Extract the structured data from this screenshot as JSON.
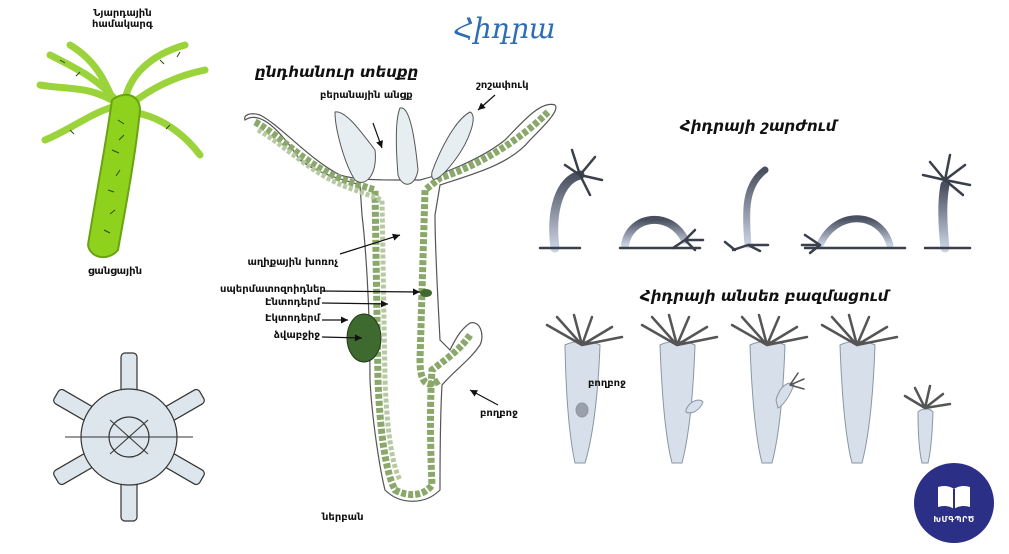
{
  "title": "Հիդրա",
  "sections": {
    "general_view": "ընդհանուր տեսքը",
    "movement": "Հիդրայի շարժում",
    "asexual": "Հիդրայի անսեռ բազմացում"
  },
  "labels": {
    "nerve_system": "Նյարդային\nհամակարգ",
    "sole": "ցանցային",
    "mouth": "բերանային անցք",
    "tentacle": "շոշափուկ",
    "gut_cavity": "աղիքային խոռոչ",
    "spermatozoa": "սպերմատոզոիդներ",
    "endoderm": "Էնտոդերմ",
    "ectoderm": "Էկտոդերմ",
    "egg": "ձվաբջիջ",
    "bud": "բողբոջ",
    "foot": "ներբան",
    "bud_small": "բողբոջ"
  },
  "badge": {
    "name": "ԽՄԳՊՐԾ"
  },
  "colors": {
    "title": "#2e6db5",
    "hydra_green": "#8fd21e",
    "cell_green": "#8aa86a",
    "badge": "#2c2f86"
  }
}
